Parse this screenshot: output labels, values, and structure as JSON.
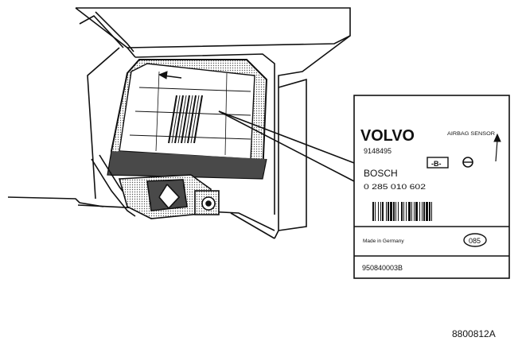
{
  "figure_id": "8800812A",
  "label": {
    "brand": "VOLVO",
    "part_number": "9148495",
    "sensor_type": "AIRBAG SENSOR",
    "manufacturer": "BOSCH",
    "bosch_number": "0 285 010 602",
    "badge_code": "-B-",
    "origin": "Made in Germany",
    "oval_code": "085",
    "serial": "950840003B"
  },
  "colors": {
    "ink": "#111111",
    "background": "#ffffff",
    "shade": "#9a9a9a"
  }
}
